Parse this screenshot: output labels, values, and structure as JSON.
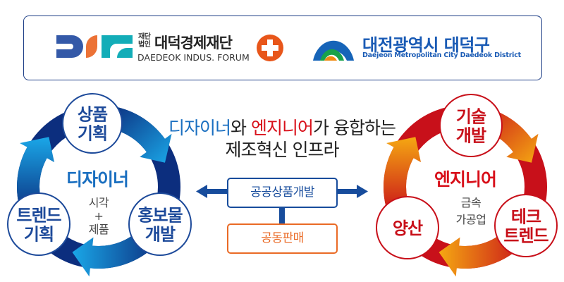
{
  "header": {
    "logo_left": {
      "icon": "dif-logo-icon",
      "prefix_line1": "재단",
      "prefix_line2": "법인",
      "name": "대덕경제재단",
      "english": "DAEDEOK INDUS. FORUM"
    },
    "plus_icon": "plus-circle-icon",
    "logo_right": {
      "icon": "daedeok-district-emblem-icon",
      "name": "대전광역시 대덕구",
      "english": "Daejeon Metropolitan City Daedeok District"
    }
  },
  "title": {
    "part1_blue": "디자이너",
    "part2": "와 ",
    "part3_red": "엔지니어",
    "part4": "가 융합하는",
    "line2": "제조혁신 인프라"
  },
  "center": {
    "box_public": "공공상품개발",
    "box_joint": "공동판매",
    "arrow_left_icon": "arrow-left-icon",
    "arrow_right_icon": "arrow-right-icon"
  },
  "designer_cycle": {
    "center_title": "디자이너",
    "center_sub": [
      "시각",
      "+",
      "제품"
    ],
    "nodes": [
      {
        "lines": [
          "상품",
          "기획"
        ]
      },
      {
        "lines": [
          "홍보물",
          "개발"
        ]
      },
      {
        "lines": [
          "트렌드",
          "기획"
        ]
      }
    ],
    "colors": {
      "ring_dark": "#0c2e7e",
      "ring_light": "#1aa7e8",
      "text": "#1d4a9a",
      "center": "#1a6fc0"
    }
  },
  "engineer_cycle": {
    "center_title": "엔지니어",
    "center_sub": [
      "금속",
      "가공업"
    ],
    "nodes": [
      {
        "lines": [
          "기술",
          "개발"
        ]
      },
      {
        "lines": [
          "테크",
          "트렌드"
        ]
      },
      {
        "lines": [
          "양산"
        ]
      }
    ],
    "colors": {
      "ring_dark": "#c8101a",
      "ring_light": "#f5a812",
      "text": "#c8101a",
      "center": "#d8101a"
    }
  }
}
